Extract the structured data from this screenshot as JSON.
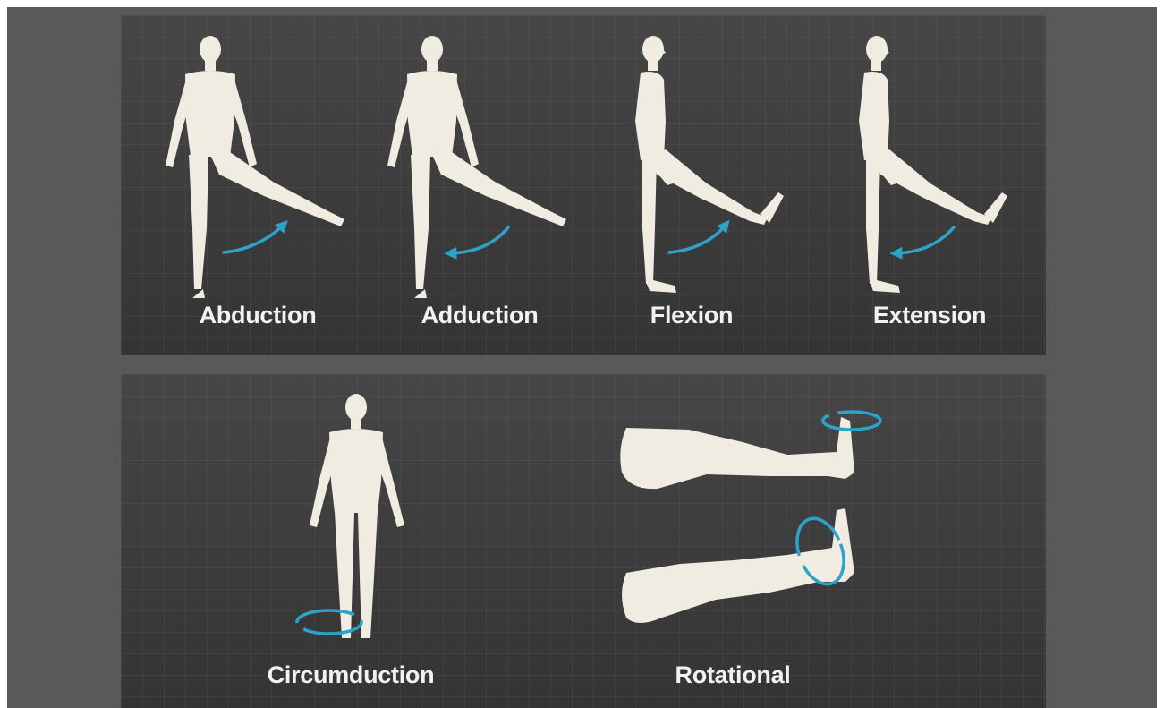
{
  "labels": {
    "abduction": "Abduction",
    "adduction": "Adduction",
    "flexion": "Flexion",
    "extension": "Extension",
    "circumduction": "Circumduction",
    "rotational": "Rotational"
  },
  "colors": {
    "figure": "#f0ece2",
    "arrow": "#2ea3c9",
    "panel": "#3a3a3a",
    "background": "#595959"
  }
}
